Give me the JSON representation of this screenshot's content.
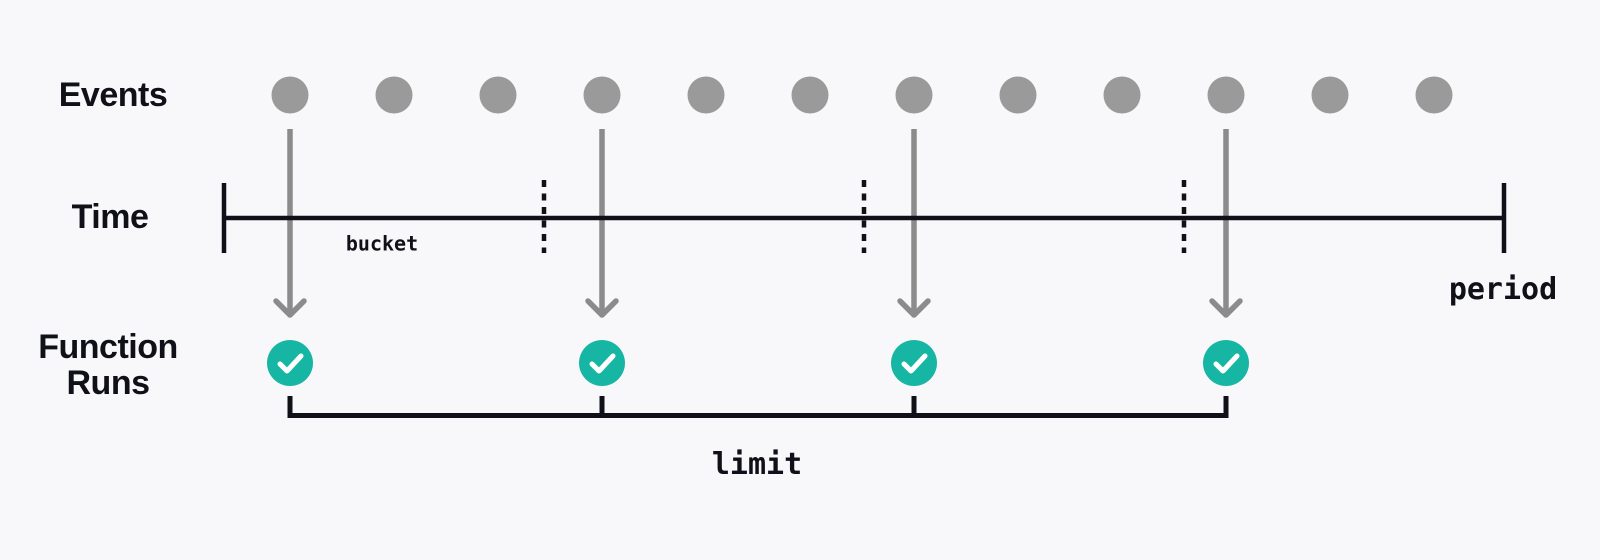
{
  "colors": {
    "background": "#f8f8fb",
    "ink": "#101018",
    "event_dot": "#9a9a9a",
    "arrow": "#8b8b8b",
    "run_circle": "#17b6a4",
    "check": "#ffffff"
  },
  "row_labels": {
    "events": "Events",
    "time": "Time",
    "function_runs": "Function Runs"
  },
  "annotations": {
    "bucket": "bucket",
    "period": "period",
    "limit": "limit"
  },
  "diagram": {
    "event_count": 12,
    "bucket_count": 4,
    "run_event_indices": [
      0,
      3,
      6,
      9
    ],
    "run_count": 4,
    "run_icon": "check-icon",
    "event_marker": "dot",
    "arrow_icon": "arrow-down-icon"
  }
}
